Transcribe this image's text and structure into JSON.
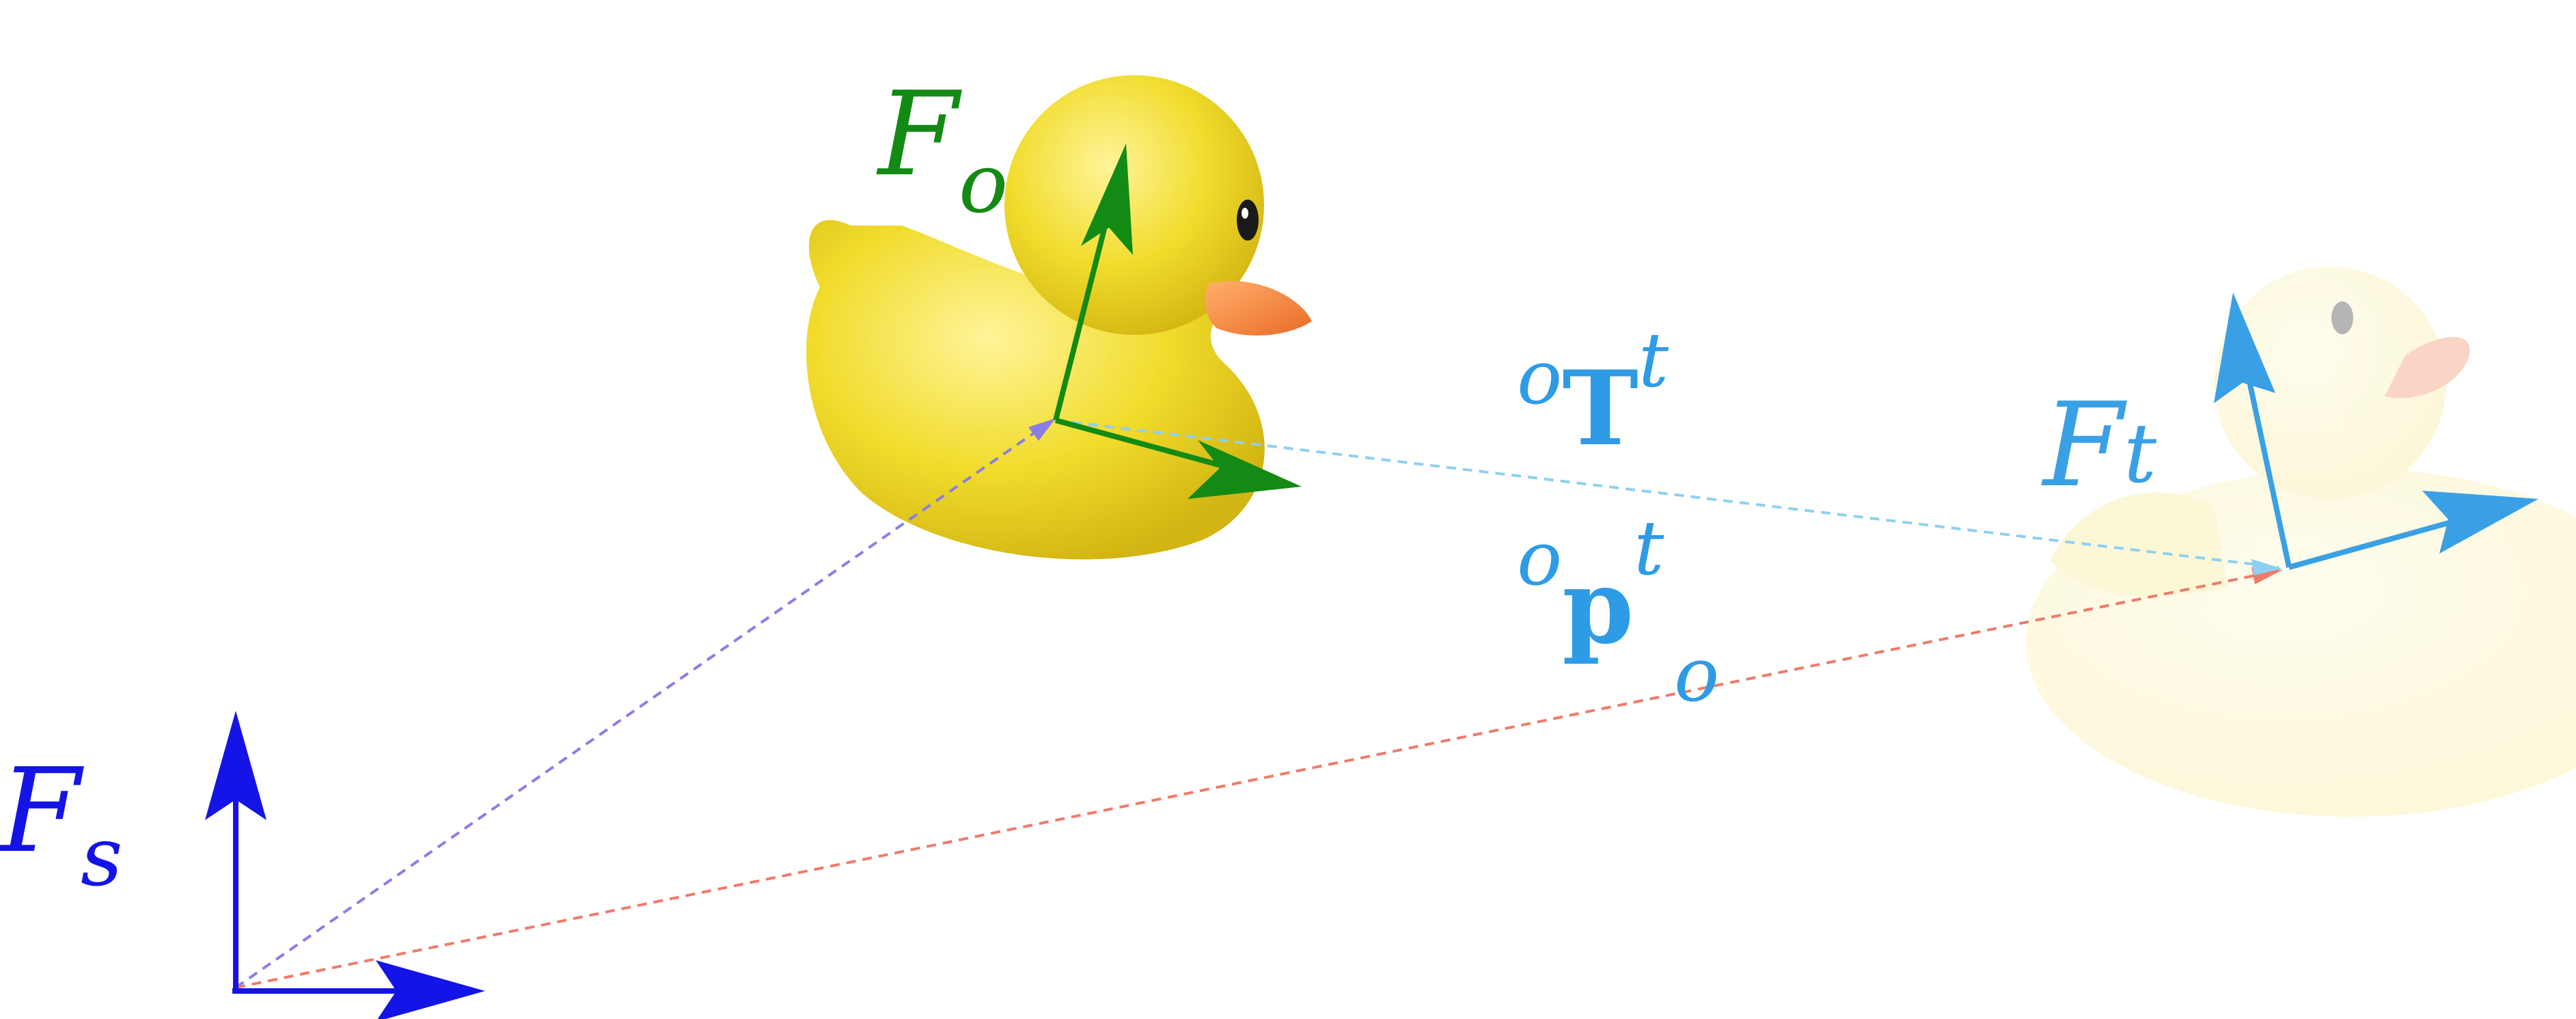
{
  "diagram": {
    "frames": {
      "source": {
        "script_letter": "F",
        "subscript": "s",
        "color": "#1414e6"
      },
      "object": {
        "script_letter": "F",
        "subscript": "o",
        "color": "#138a13"
      },
      "target": {
        "script_letter": "F",
        "subscript": "t",
        "color": "#3aa0e6"
      }
    },
    "transform_label": {
      "pre_superscript": "o",
      "symbol": "T",
      "superscript": "t",
      "color": "#2e9be6"
    },
    "position_label": {
      "pre_superscript": "o",
      "symbol": "p",
      "superscript": "t",
      "subscript": "o",
      "color": "#2e9be6"
    },
    "vector_colors": {
      "source_to_object": "#8a7ee6",
      "source_to_target": "#f07a6a",
      "object_to_target": "#8fd0f0"
    },
    "duck_colors": {
      "body": "#f2dc2a",
      "beak": "#f08a3c",
      "eye": "#1a1a1a"
    }
  }
}
